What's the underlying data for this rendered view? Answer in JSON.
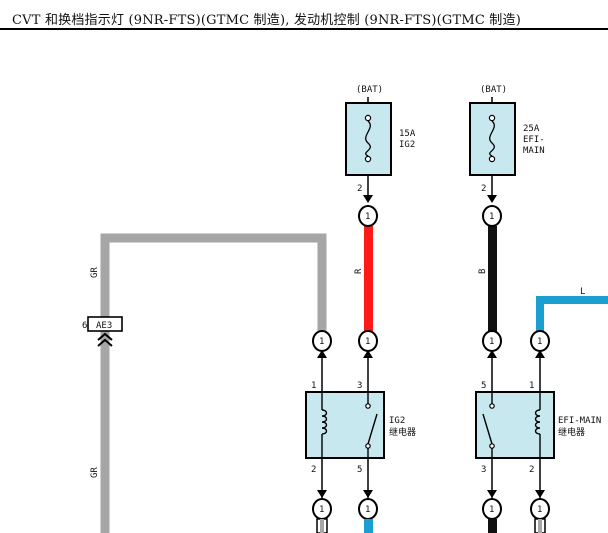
{
  "title": "CVT 和换档指示灯 (9NR-FTS)(GTMC 制造), 发动机控制 (9NR-FTS)(GTMC 制造)",
  "colors": {
    "wire_gray": "#a6a6a6",
    "wire_red": "#ff1a1a",
    "wire_black": "#111111",
    "wire_blue": "#1a9fd0",
    "component_fill": "#c8e8f0"
  },
  "fuses": [
    {
      "source": "(BAT)",
      "rating": "15A",
      "name": "IG2",
      "pin_out": "2",
      "conn_pin": "1"
    },
    {
      "source": "(BAT)",
      "rating": "25A",
      "name_line1": "EFI-",
      "name_line2": "MAIN",
      "pin_out": "2",
      "conn_pin": "1"
    }
  ],
  "relays": [
    {
      "name": "IG2",
      "desc": "继电器",
      "pins": {
        "top_left": "1",
        "top_right": "3",
        "bottom_left": "2",
        "bottom_right": "5"
      }
    },
    {
      "name": "EFI-MAIN",
      "desc": "继电器",
      "pins": {
        "top_left": "5",
        "top_right": "1",
        "bottom_left": "3",
        "bottom_right": "2"
      }
    }
  ],
  "connector_pin": "1",
  "splice": {
    "id": "AE3",
    "pin": "6"
  },
  "wire_labels": {
    "gr_top": "GR",
    "gr_bottom": "GR",
    "red": "R",
    "black": "B",
    "blue": "L"
  }
}
